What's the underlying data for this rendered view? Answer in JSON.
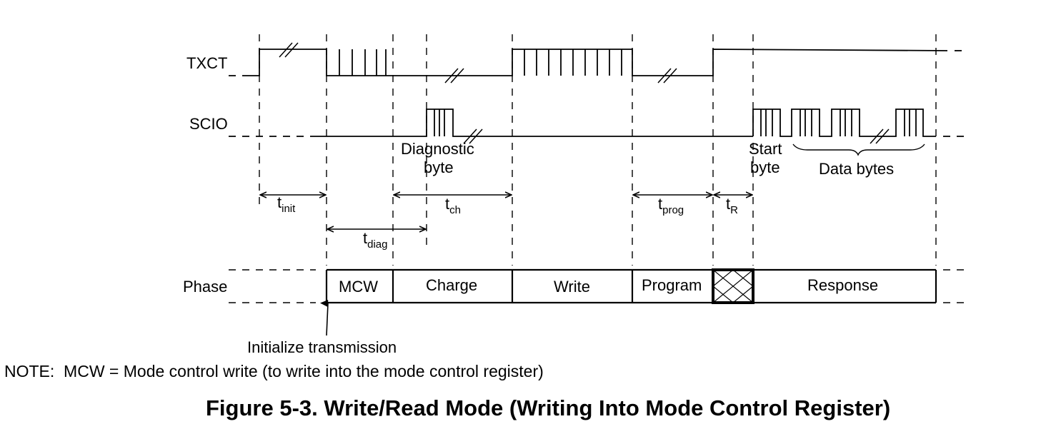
{
  "signals": {
    "txct": "TXCT",
    "scio": "SCIO",
    "phase": "Phase"
  },
  "phases": {
    "mcw": "MCW",
    "charge": "Charge",
    "write": "Write",
    "program": "Program",
    "response": "Response"
  },
  "annotations": {
    "diagnostic_line1": "Diagnostic",
    "diagnostic_line2": "byte",
    "start_line1": "Start",
    "start_line2": "byte",
    "data_bytes": "Data bytes",
    "initialize": "Initialize transmission"
  },
  "timings": {
    "t_init": {
      "base": "t",
      "sub": "init"
    },
    "t_ch": {
      "base": "t",
      "sub": "ch"
    },
    "t_diag": {
      "base": "t",
      "sub": "diag"
    },
    "t_prog": {
      "base": "t",
      "sub": "prog"
    },
    "t_r": {
      "base": "t",
      "sub": "R"
    }
  },
  "note": "NOTE:  MCW = Mode control write (to write into the mode control register)",
  "caption": "Figure 5-3. Write/Read Mode (Writing Into Mode Control Register)"
}
